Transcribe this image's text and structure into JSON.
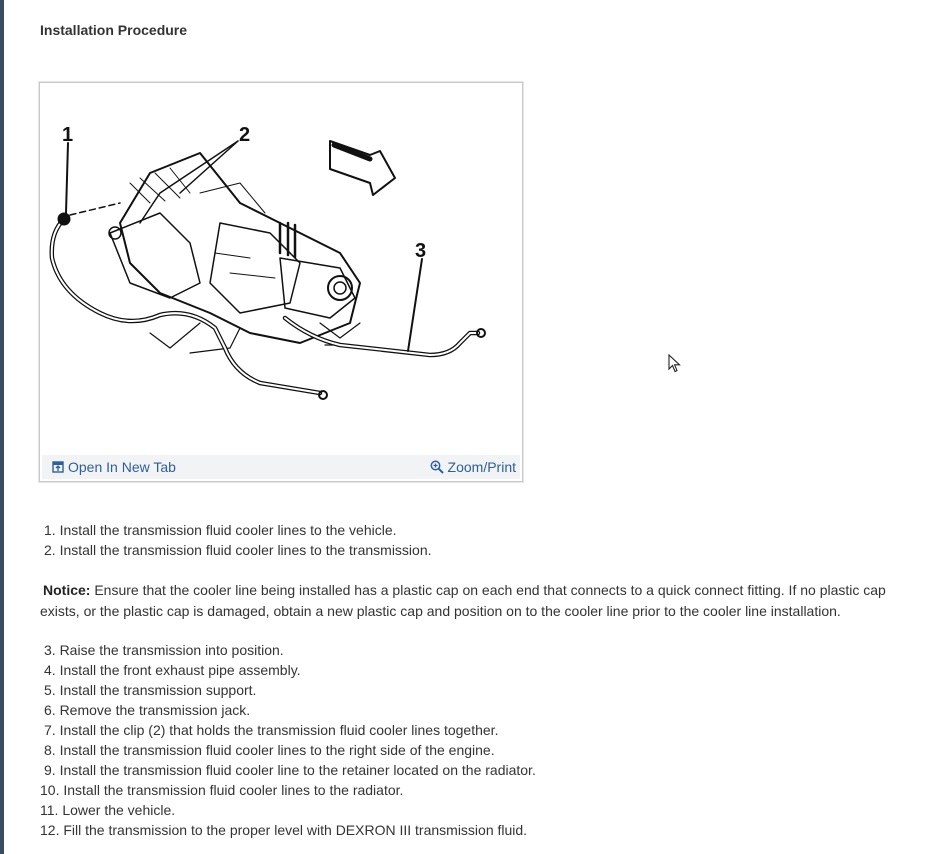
{
  "section_title": "Installation Procedure",
  "figure": {
    "callouts": [
      "1",
      "2",
      "3"
    ],
    "open_tab_label": "Open In New Tab",
    "zoom_label": "Zoom/Print",
    "open_tab_icon": "open-new-tab-icon",
    "zoom_icon": "magnifier-plus-icon"
  },
  "steps_a": [
    "1. Install the transmission fluid cooler lines to the vehicle.",
    "2. Install the transmission fluid cooler lines to the transmission."
  ],
  "notice": {
    "label": "Notice:",
    "text": " Ensure that the cooler line being installed has a plastic cap on each end that connects to a quick connect fitting. If no plastic cap exists, or the plastic cap is damaged, obtain a new plastic cap and position on to the cooler line prior to the cooler line installation."
  },
  "steps_b": [
    "3. Raise the transmission into position.",
    "4. Install the front exhaust pipe assembly.",
    "5. Install the transmission support.",
    "6. Remove the transmission jack.",
    "7. Install the clip (2) that holds the transmission fluid cooler lines together.",
    "8. Install the transmission fluid cooler lines to the right side of the engine.",
    "9. Install the transmission fluid cooler line to the retainer located on the radiator.",
    "10. Install the transmission fluid cooler lines to the radiator.",
    "11. Lower the vehicle.",
    "12. Fill the transmission to the proper level with DEXRON III transmission fluid."
  ],
  "colors": {
    "link": "#2d5f9a",
    "text": "#333333",
    "bar": "#f2f3f5"
  }
}
